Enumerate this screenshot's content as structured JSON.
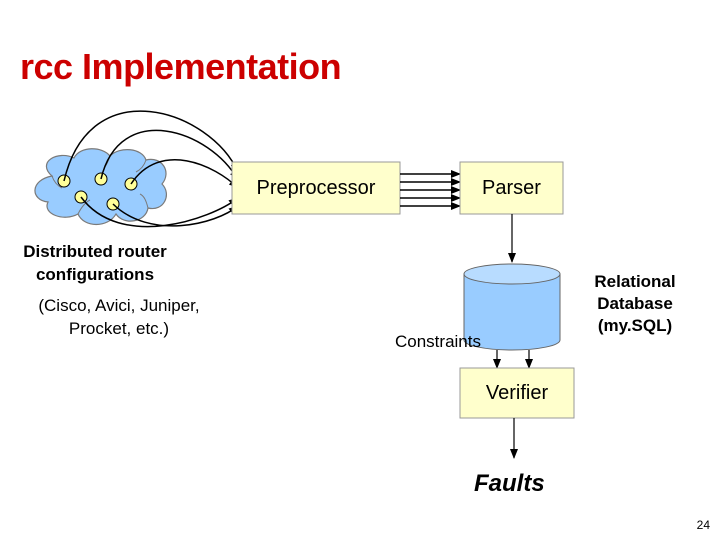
{
  "slide": {
    "title": "rcc Implementation",
    "page_number": "24"
  },
  "diagram": {
    "preprocessor": "Preprocessor",
    "parser": "Parser",
    "verifier": "Verifier",
    "constraints": "Constraints",
    "faults": "Faults",
    "config_label": {
      "line1": "Distributed router",
      "line2": "configurations",
      "line3": "(Cisco, Avici, Juniper,",
      "line4": "Procket, etc.)"
    },
    "database_label": {
      "line1": "Relational",
      "line2": "Database",
      "line3": "(my.SQL)"
    }
  },
  "colors": {
    "box_fill": "#ffffcc",
    "cloud_fill": "#99ccff",
    "db_fill": "#99ccff",
    "router_node": "#ffff99",
    "accent_red": "#cc0000"
  }
}
